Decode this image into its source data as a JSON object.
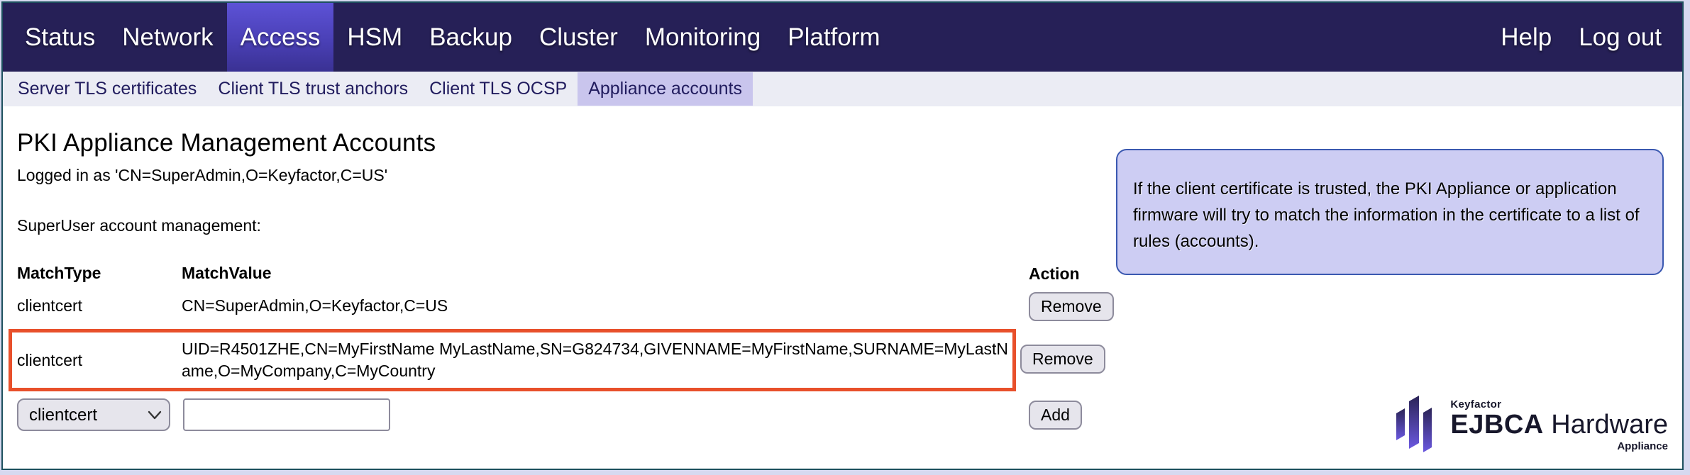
{
  "topnav": {
    "items": [
      {
        "label": "Status"
      },
      {
        "label": "Network"
      },
      {
        "label": "Access"
      },
      {
        "label": "HSM"
      },
      {
        "label": "Backup"
      },
      {
        "label": "Cluster"
      },
      {
        "label": "Monitoring"
      },
      {
        "label": "Platform"
      }
    ],
    "right_items": [
      {
        "label": "Help"
      },
      {
        "label": "Log out"
      }
    ]
  },
  "subnav": {
    "items": [
      {
        "label": "Server TLS certificates"
      },
      {
        "label": "Client TLS trust anchors"
      },
      {
        "label": "Client TLS OCSP"
      },
      {
        "label": "Appliance accounts"
      }
    ]
  },
  "main": {
    "title": "PKI Appliance Management Accounts",
    "logged_in": "Logged in as 'CN=SuperAdmin,O=Keyfactor,C=US'",
    "section_label": "SuperUser account management:"
  },
  "table": {
    "headers": {
      "match_type": "MatchType",
      "match_value": "MatchValue",
      "action": "Action"
    },
    "rows": [
      {
        "match_type": "clientcert",
        "match_value": "CN=SuperAdmin,O=Keyfactor,C=US",
        "action_label": "Remove"
      },
      {
        "match_type": "clientcert",
        "match_value": "UID=R4501ZHE,CN=MyFirstName MyLastName,SN=G824734,GIVENNAME=MyFirstName,SURNAME=MyLastName,O=MyCompany,C=MyCountry",
        "action_label": "Remove"
      }
    ],
    "add_row": {
      "select_value": "clientcert",
      "input_value": "",
      "action_label": "Add"
    }
  },
  "info_box": {
    "text": "If the client certificate is trusted, the PKI Appliance or application firmware will try to match the information in the certificate to a list of rules (accounts)."
  },
  "logo": {
    "brand": "Keyfactor",
    "product_bold": "EJBCA",
    "product_regular": " Hardware",
    "variant": "Appliance"
  },
  "colors": {
    "topnav_bg": "#262057",
    "topnav_active_top": "#5d52d6",
    "topnav_active_bottom": "#3a3193",
    "subnav_bg": "#ebecf4",
    "subnav_active": "#c9c5ed",
    "highlight_border": "#e8502b",
    "info_bg": "#cdcdf3",
    "info_border": "#3a58b0",
    "frame_border": "#1d505e"
  }
}
